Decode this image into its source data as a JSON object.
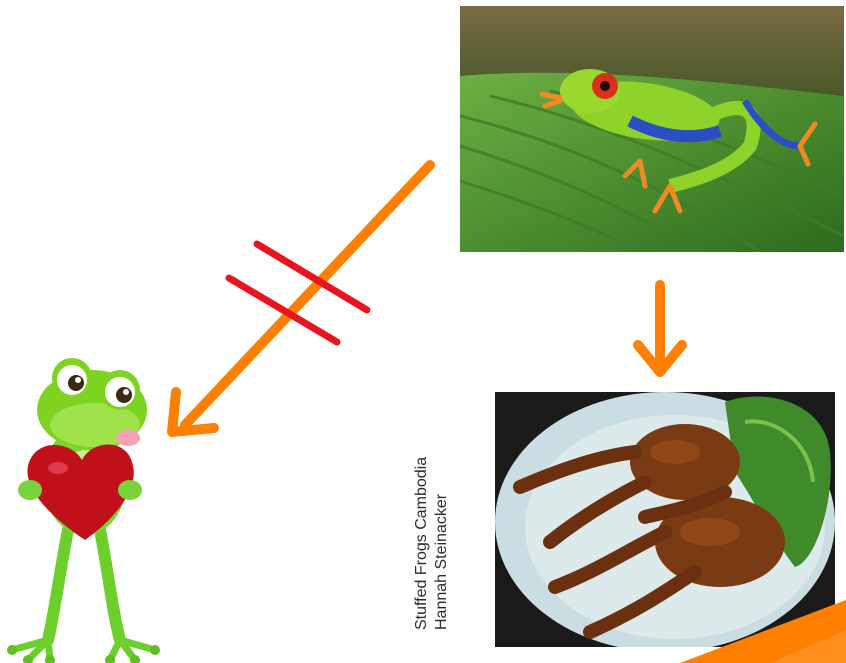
{
  "caption": {
    "line1": "Stuffed Frogs Cambodia",
    "line2": "Hannah Steinacker"
  },
  "colors": {
    "arrow": "#ff7f00",
    "cross": "#e8141f",
    "frog_green": "#7ed321",
    "heart_red": "#c0101a",
    "leaf": "#3f8a2a",
    "fried_frog": "#7a3a14"
  },
  "icons": {
    "cartoon": "cartoon-frog-with-heart",
    "photo_top": "red-eyed-tree-frog-photo",
    "photo_bottom": "stuffed-frogs-dish-photo",
    "arrow_diagonal": "crossed-diagonal-arrow",
    "arrow_down": "down-arrow"
  }
}
